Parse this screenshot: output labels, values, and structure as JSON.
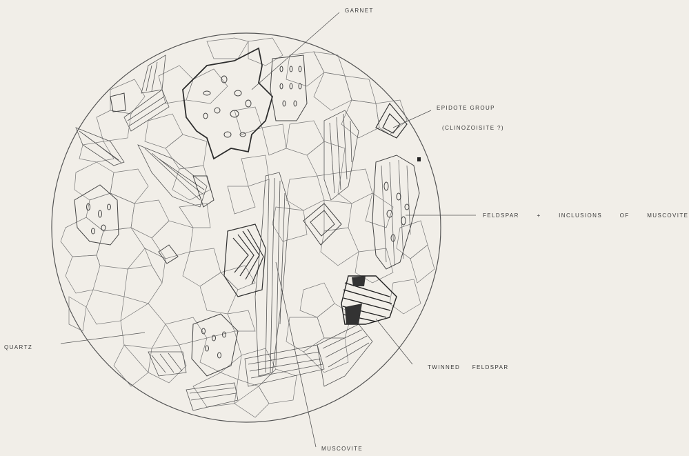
{
  "labels": {
    "garnet": "GARNET",
    "epidote_group": "EPIDOTE GROUP",
    "epidote_sub": "(CLINOZOISITE ?)",
    "feldspar_inclusions": "FELDSPAR + INCLUSIONS OF MUSCOVITE",
    "twinned_feldspar": "TWINNED FELDSPAR",
    "quartz": "QUARTZ",
    "muscovite": "MUSCOVITE"
  },
  "colors": {
    "paper": "#f1eee8",
    "ink": "#3a3a3a"
  }
}
